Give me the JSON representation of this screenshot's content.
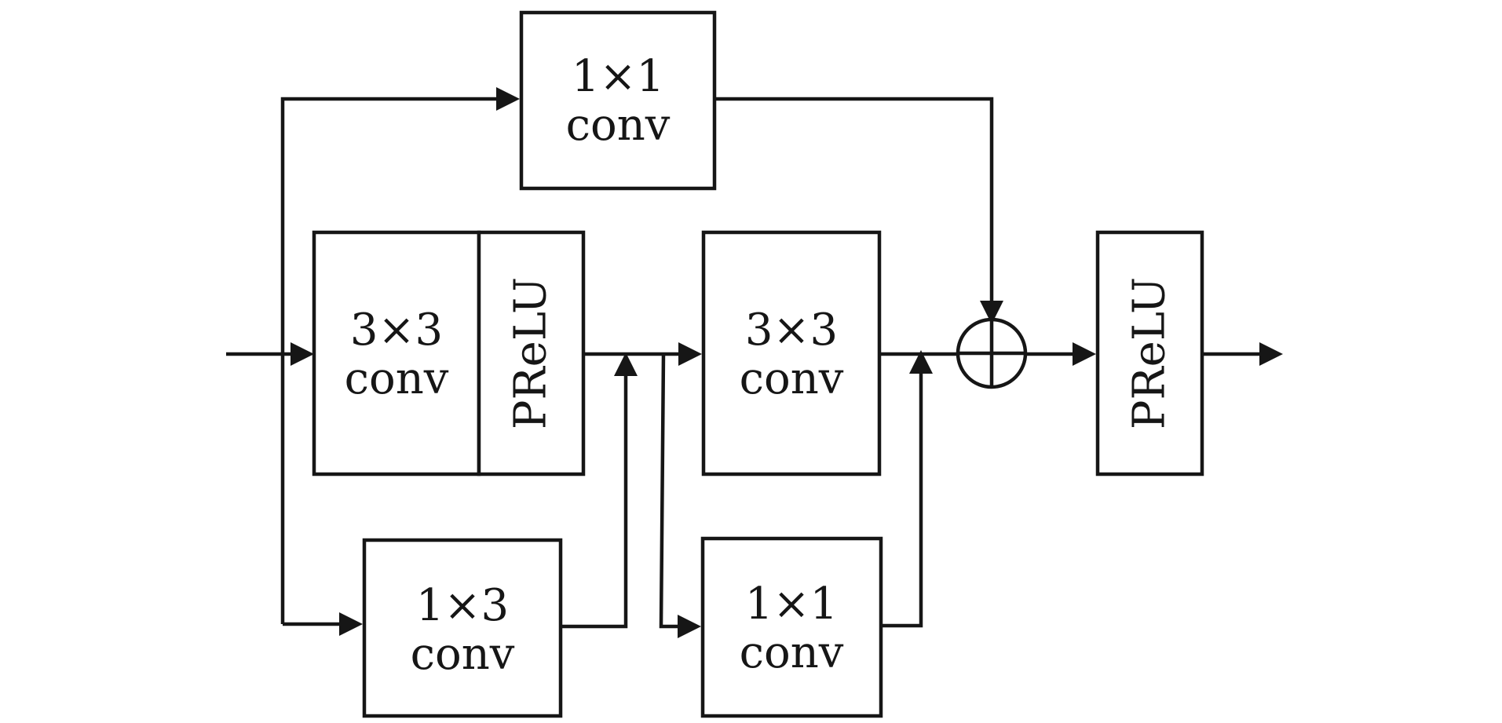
{
  "blocks": {
    "top_skip_conv": {
      "line1": "1×1",
      "line2": "conv"
    },
    "first_conv": {
      "line1": "3×3",
      "line2": "conv"
    },
    "first_prelu": {
      "label": "PReLU"
    },
    "second_conv": {
      "line1": "3×3",
      "line2": "conv"
    },
    "lower_left_conv": {
      "line1": "1×3",
      "line2": "conv"
    },
    "lower_right_conv": {
      "line1": "1×1",
      "line2": "conv"
    },
    "output_prelu": {
      "label": "PReLU"
    }
  },
  "colors": {
    "ink": "#161616",
    "background": "#ffffff"
  },
  "icons": {
    "sum_node": "circled-plus",
    "arrow": "filled-triangle-arrowhead"
  }
}
